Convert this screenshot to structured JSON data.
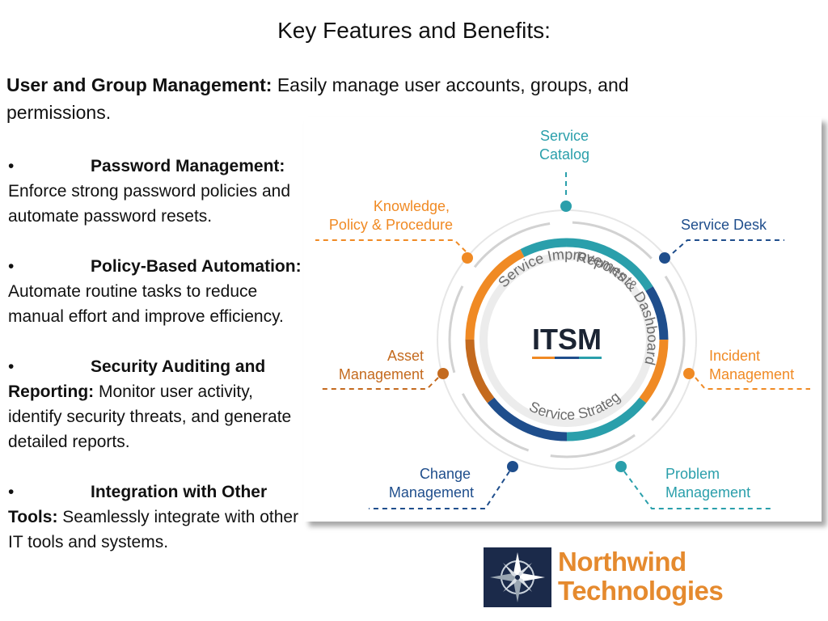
{
  "title": "Key Features and Benefits:",
  "intro": {
    "heading": "User and Group Management:",
    "text": " Easily manage user accounts, groups, and permissions."
  },
  "bullets": [
    {
      "marker": "•",
      "heading": "Password Management:",
      "text": " Enforce strong password policies and automate password resets."
    },
    {
      "marker": "•",
      "heading": "Policy-Based Automation:",
      "text": " Automate routine tasks to reduce manual effort and improve efficiency."
    },
    {
      "marker": "•",
      "heading": "Security Auditing and Reporting:",
      "text": " Monitor user activity, identify security threats, and generate detailed reports."
    },
    {
      "marker": "•",
      "heading": "Integration with Other Tools:",
      "text": " Seamlessly integrate with other IT tools and systems."
    }
  ],
  "diagram": {
    "center": "ITSM",
    "inner": [
      "Service Improvement",
      "Reports & Dashboards",
      "Service Strategy"
    ],
    "nodes": {
      "catalog": [
        "Service",
        "Catalog"
      ],
      "desk": [
        "Service Desk"
      ],
      "knowledge": [
        "Knowledge,",
        "Policy & Procedure"
      ],
      "asset": [
        "Asset",
        "Management"
      ],
      "incident": [
        "Incident",
        "Management"
      ],
      "change": [
        "Change",
        "Management"
      ],
      "problem": [
        "Problem",
        "Management"
      ]
    },
    "colors": {
      "orange": "#f08a24",
      "teal": "#2a9fab",
      "navy": "#1f4e8c",
      "brown": "#c46a1e"
    }
  },
  "logo": {
    "line1": "Northwind",
    "line2": "Technologies"
  }
}
